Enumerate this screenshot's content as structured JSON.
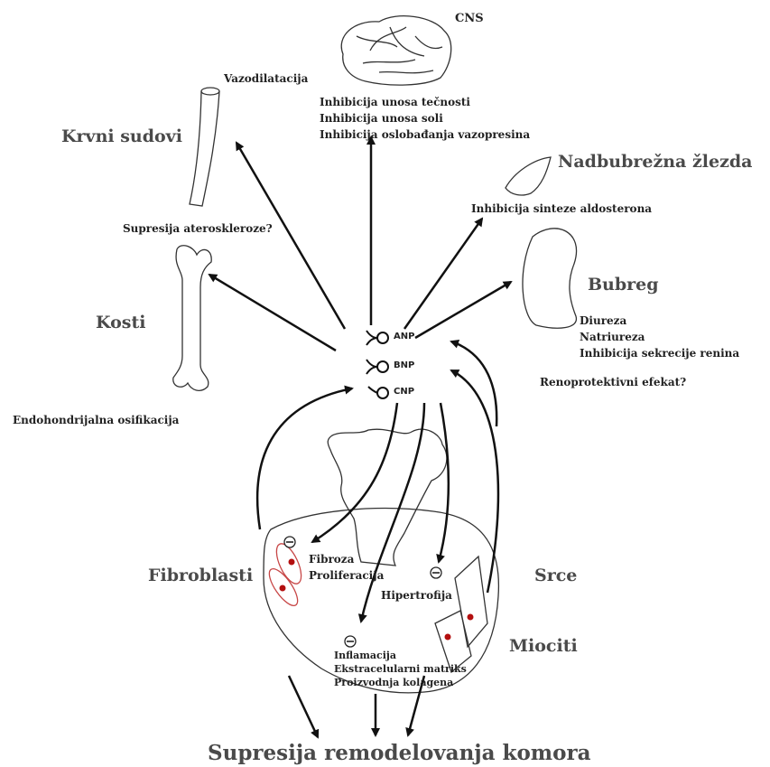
{
  "organs": {
    "cns": "CNS",
    "blood_vessels": "Krvni sudovi",
    "adrenal": "Nadbubrežna žlezda",
    "kidney": "Bubreg",
    "bones": "Kosti",
    "fibroblasts": "Fibroblasti",
    "heart": "Srce",
    "myocytes": "Miociti"
  },
  "effects": {
    "vasodilation": "Vazodilatacija",
    "cns": [
      "Inhibicija unosa tečnosti",
      "Inhibicija unosa soli",
      "Inhibicija oslobađanja vazopresina"
    ],
    "atherosclerosis": "Supresija ateroskleroze?",
    "aldosterone": "Inhibicija sinteze aldosterona",
    "kidney": [
      "Diureza",
      "Natriureza",
      "Inhibicija sekrecije renina"
    ],
    "renoprotective": "Renoprotektivni efekat?",
    "bone": "Endohondrijalna osifikacija",
    "fibroblast": [
      "Fibroza",
      "Proliferacija"
    ],
    "hypertrophy": "Hipertrofija",
    "inflammation": [
      "Inflamacija",
      "Ekstracelularni matriks",
      "Proizvodnja kolagena"
    ]
  },
  "peptides": [
    "ANP",
    "BNP",
    "CNP"
  ],
  "conclusion": "Supresija remodelovanja komora",
  "inhibition_symbol": "−"
}
